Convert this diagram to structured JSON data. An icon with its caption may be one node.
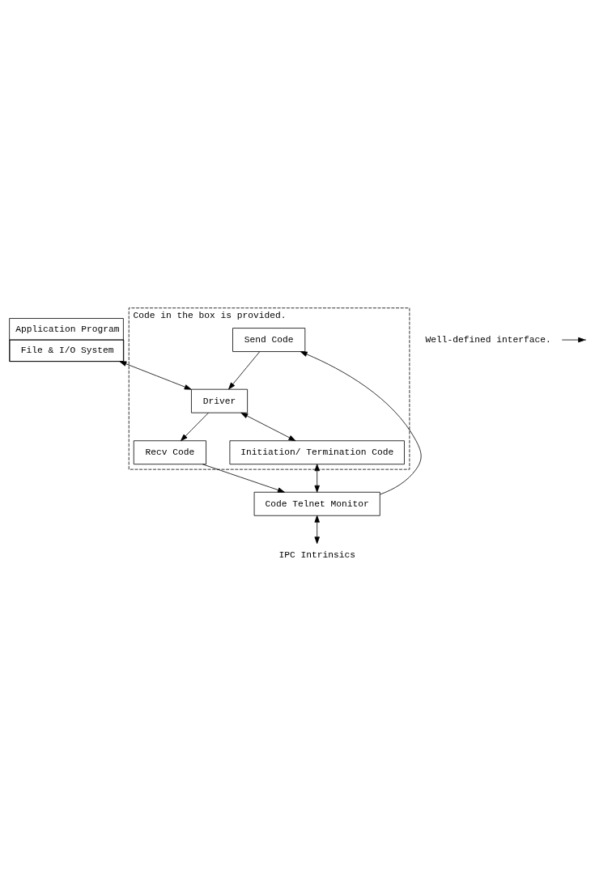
{
  "diagram": {
    "nodes": [
      {
        "text": [
          "Application Program",
          "File & I/O System"
        ]
      },
      {
        "text": [
          "Code in the box is provided."
        ]
      },
      {
        "text": [
          "Driver"
        ],
        "in": 1
      },
      {
        "text": [
          "Recv Code"
        ],
        "in": 1
      },
      {
        "text": [
          "Send Code"
        ],
        "in": 1
      },
      {
        "text": [
          "Initiation/ Termination Code"
        ],
        "in": 1
      },
      {
        "text": [
          "Code Telnet Monitor"
        ]
      },
      {
        "text": [
          "IPC Intrinsics"
        ]
      },
      {
        "text": [
          "Well-defined interface."
        ]
      }
    ],
    "edges": [
      {
        "from": 0,
        "to": 2,
        "arrow": "both"
      },
      {
        "from": 2,
        "to": 3,
        "arrow": "to"
      },
      {
        "from": 4,
        "to": 2,
        "arrow": "to"
      },
      {
        "from": 2,
        "to": 5,
        "arrow": "both"
      },
      {
        "from": 3,
        "to": 6,
        "arrow": "to"
      },
      {
        "from": 5,
        "to": 6,
        "arrow": "both"
      },
      {
        "from": 6,
        "to": 4,
        "arrow": "to"
      },
      {
        "from": 6,
        "to": 7,
        "arrow": "both"
      },
      {
        "from": 8,
        "to": null,
        "arrow": "to"
      }
    ]
  }
}
